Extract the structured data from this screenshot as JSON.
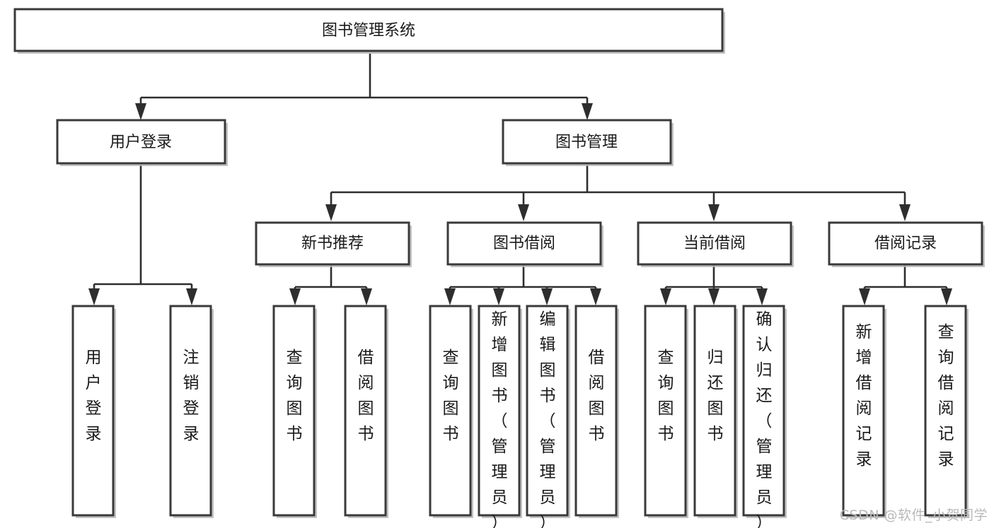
{
  "diagram": {
    "type": "tree-hierarchy",
    "title": "图书管理系统",
    "watermark": "CSDN @软件_小贺同学",
    "colors": {
      "box_fill": "#ffffff",
      "box_stroke": "#3a3a3a",
      "edge_stroke": "#2e2e2e",
      "text": "#1a1a1a",
      "watermark": "#b9b9b9",
      "background": "#ffffff"
    },
    "nodes": {
      "root": {
        "label": "图书管理系统",
        "orientation": "horizontal"
      },
      "level2": [
        {
          "id": "user-login",
          "label": "用户登录",
          "orientation": "horizontal"
        },
        {
          "id": "book-manage",
          "label": "图书管理",
          "orientation": "horizontal"
        }
      ],
      "level3": [
        {
          "id": "new-book-recommend",
          "label": "新书推荐",
          "orientation": "horizontal"
        },
        {
          "id": "book-borrow",
          "label": "图书借阅",
          "orientation": "horizontal"
        },
        {
          "id": "current-borrow",
          "label": "当前借阅",
          "orientation": "horizontal"
        },
        {
          "id": "borrow-record",
          "label": "借阅记录",
          "orientation": "horizontal"
        }
      ],
      "leaves": [
        {
          "id": "leaf-user-login",
          "label": "用户登录",
          "parent": "user-login",
          "orientation": "vertical"
        },
        {
          "id": "leaf-user-logout",
          "label": "注销登录",
          "parent": "user-login",
          "orientation": "vertical"
        },
        {
          "id": "leaf-query-book-1",
          "label": "查询图书",
          "parent": "new-book-recommend",
          "orientation": "vertical"
        },
        {
          "id": "leaf-borrow-book-1",
          "label": "借阅图书",
          "parent": "new-book-recommend",
          "orientation": "vertical"
        },
        {
          "id": "leaf-query-book-2",
          "label": "查询图书",
          "parent": "book-borrow",
          "orientation": "vertical"
        },
        {
          "id": "leaf-add-book",
          "label": "新增图书（管理员）",
          "parent": "book-borrow",
          "orientation": "vertical"
        },
        {
          "id": "leaf-edit-book",
          "label": "编辑图书（管理员）",
          "parent": "book-borrow",
          "orientation": "vertical"
        },
        {
          "id": "leaf-borrow-book-2",
          "label": "借阅图书",
          "parent": "book-borrow",
          "orientation": "vertical"
        },
        {
          "id": "leaf-query-book-3",
          "label": "查询图书",
          "parent": "current-borrow",
          "orientation": "vertical"
        },
        {
          "id": "leaf-return-book",
          "label": "归还图书",
          "parent": "current-borrow",
          "orientation": "vertical"
        },
        {
          "id": "leaf-confirm-return",
          "label": "确认归还（管理员）",
          "parent": "current-borrow",
          "orientation": "vertical"
        },
        {
          "id": "leaf-add-record",
          "label": "新增借阅记录",
          "parent": "borrow-record",
          "orientation": "vertical"
        },
        {
          "id": "leaf-query-record",
          "label": "查询借阅记录",
          "parent": "borrow-record",
          "orientation": "vertical"
        }
      ]
    }
  }
}
